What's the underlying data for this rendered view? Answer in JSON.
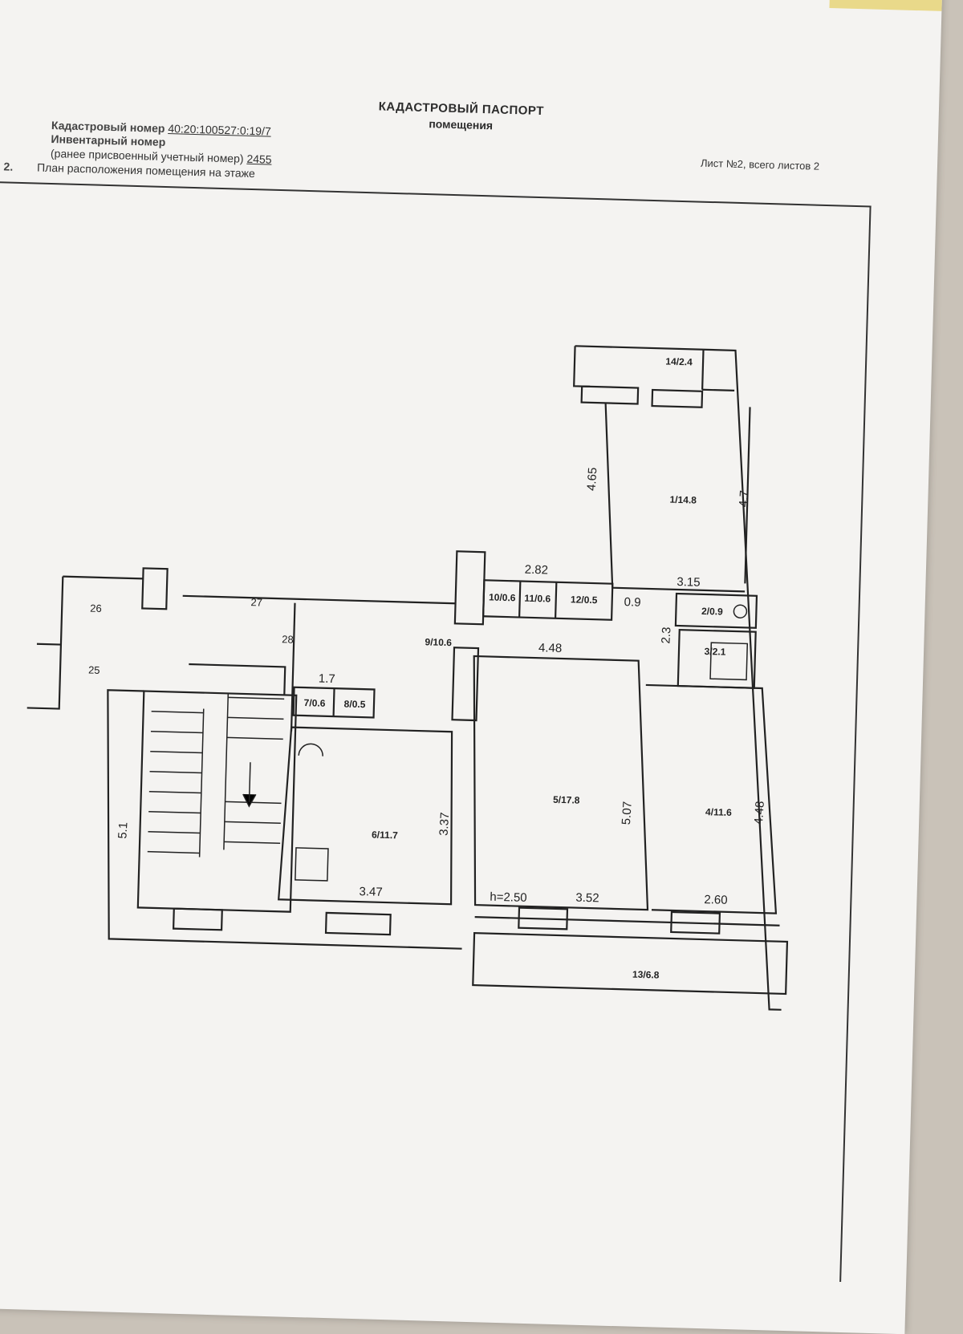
{
  "document": {
    "title": "КАДАСТРОВЫЙ ПАСПОРТ",
    "subtitle": "помещения",
    "cadastral_label": "Кадастровый номер",
    "cadastral_number": "40:20:100527:0:19/7",
    "inventory_label": "Инвентарный номер",
    "prior_label": "(ранее присвоенный учетный номер)",
    "prior_number": "2455",
    "sheet_text": "Лист №2, всего листов 2",
    "section_number": "2.",
    "section_title": "План расположения помещения на этаже"
  },
  "plan": {
    "rooms": [
      {
        "num": "14",
        "area": "2.4"
      },
      {
        "num": "1",
        "area": "14.8"
      },
      {
        "num": "10",
        "area": "0.6"
      },
      {
        "num": "11",
        "area": "0.6"
      },
      {
        "num": "12",
        "area": "0.5"
      },
      {
        "num": "2",
        "area": "0.9"
      },
      {
        "num": "3",
        "area": "2.1"
      },
      {
        "num": "9",
        "area": "10.6"
      },
      {
        "num": "7",
        "area": "0.6"
      },
      {
        "num": "8",
        "area": "0.5"
      },
      {
        "num": "6",
        "area": "11.7"
      },
      {
        "num": "5",
        "area": "17.8"
      },
      {
        "num": "4",
        "area": "11.6"
      },
      {
        "num": "13",
        "area": "6.8"
      }
    ],
    "dimensions": [
      "4.65",
      "4.7",
      "2.82",
      "3.15",
      "0.9",
      "2.3",
      "4.48",
      "1.7",
      "3.37",
      "5.07",
      "4.48",
      "5.1",
      "3.47",
      "3.52",
      "2.60"
    ],
    "neighbor_numbers": [
      "26",
      "27",
      "28",
      "25"
    ],
    "ceiling_height": "h=2.50"
  }
}
